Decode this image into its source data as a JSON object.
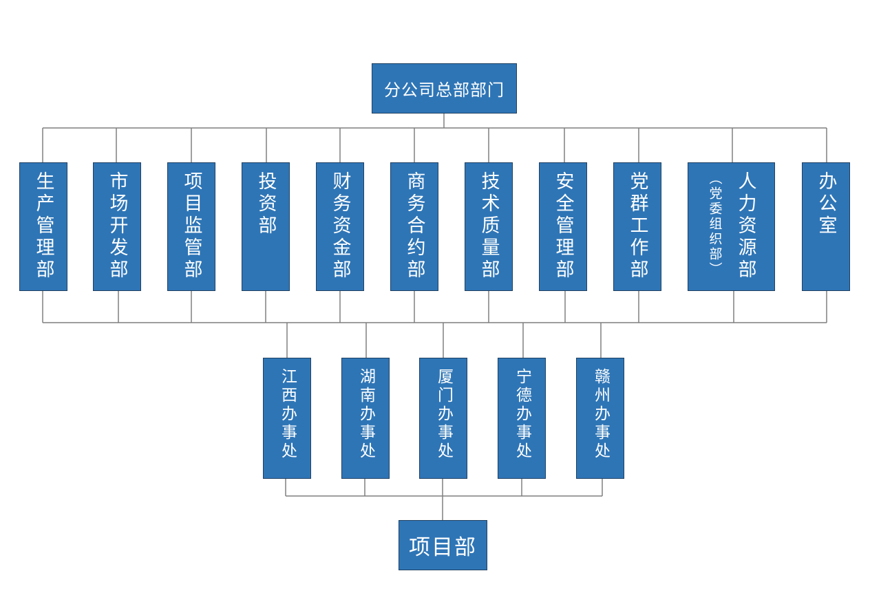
{
  "root": {
    "label": "分公司总部部门"
  },
  "departments": [
    {
      "label": "生产管理部"
    },
    {
      "label": "市场开发部"
    },
    {
      "label": "项目监管部"
    },
    {
      "label": "投资部"
    },
    {
      "label": "财务资金部"
    },
    {
      "label": "商务合约部"
    },
    {
      "label": "技术质量部"
    },
    {
      "label": "安全管理部"
    },
    {
      "label": "党群工作部"
    },
    {
      "label": "人力资源部",
      "sub_label": "（党委组织部）"
    },
    {
      "label": "办公室"
    }
  ],
  "offices": [
    {
      "label": "江西办事处"
    },
    {
      "label": "湖南办事处"
    },
    {
      "label": "厦门办事处"
    },
    {
      "label": "宁德办事处"
    },
    {
      "label": "赣州办事处"
    }
  ],
  "project": {
    "label": "项目部"
  },
  "colors": {
    "box_fill": "#2e75b6",
    "box_border": "#1f3f60",
    "connector": "#7f7f7f",
    "text": "#ffffff"
  }
}
